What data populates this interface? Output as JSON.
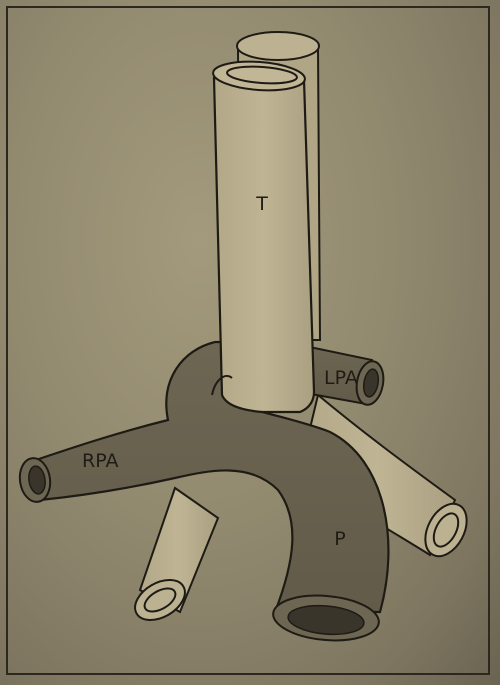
{
  "labels": {
    "trachea": "T",
    "lpa": "LPA",
    "rpa": "RPA",
    "pulmonary": "P"
  },
  "colors": {
    "background": "#958d72",
    "light_tube": "#b7ad8c",
    "dark_tube": "#6b6452",
    "outline": "#1e1b15"
  }
}
